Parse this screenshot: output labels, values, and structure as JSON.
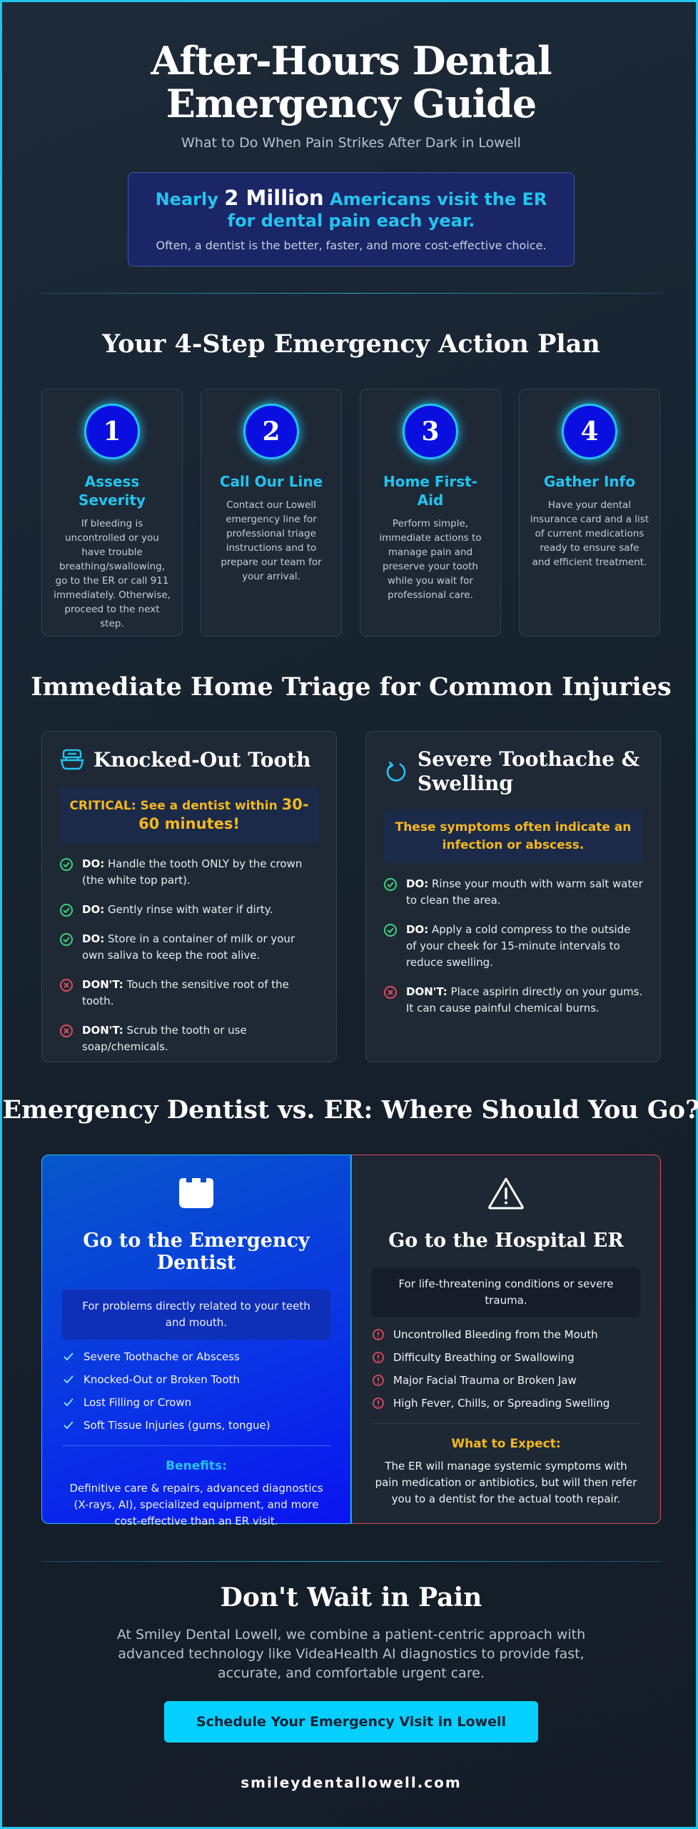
{
  "header": {
    "title": "After-Hours Dental Emergency Guide",
    "subtitle": "What to Do When Pain Strikes After Dark in Lowell"
  },
  "stat": {
    "prefix": "Nearly",
    "highlight": "2 Million",
    "suffix": "Americans visit the ER for dental pain each year.",
    "note": "Often, a dentist is the better, faster, and more cost-effective choice."
  },
  "steps_section": {
    "title": "Your 4-Step Emergency Action Plan",
    "steps": [
      {
        "number": "1",
        "title": "Assess Severity",
        "text": "If bleeding is uncontrolled or you have trouble breathing/swallowing, go to the ER or call 911 immediately. Otherwise, proceed to the next step."
      },
      {
        "number": "2",
        "title": "Call Our Line",
        "text": "Contact our Lowell emergency line for professional triage instructions and to prepare our team for your arrival."
      },
      {
        "number": "3",
        "title": "Home First-Aid",
        "text": "Perform simple, immediate actions to manage pain and preserve your tooth while you wait for professional care."
      },
      {
        "number": "4",
        "title": "Gather Info",
        "text": "Have your dental insurance card and a list of current medications ready to ensure safe and efficient treatment."
      }
    ]
  },
  "triage_section": {
    "title": "Immediate Home Triage for Common Injuries",
    "cards": [
      {
        "icon": "tooth-icon",
        "title": "Knocked-Out Tooth",
        "alert_prefix": "CRITICAL: See a dentist within",
        "alert_highlight": "30-60 minutes!",
        "rules": [
          {
            "type": "do",
            "label": "DO:",
            "text": "Handle the tooth ONLY by the crown (the white top part)."
          },
          {
            "type": "do",
            "label": "DO:",
            "text": "Gently rinse with water if dirty."
          },
          {
            "type": "do",
            "label": "DO:",
            "text": "Store in a container of milk or your own saliva to keep the root alive."
          },
          {
            "type": "dont",
            "label": "DON'T:",
            "text": "Touch the sensitive root of the tooth."
          },
          {
            "type": "dont",
            "label": "DON'T:",
            "text": "Scrub the tooth or use soap/chemicals."
          }
        ]
      },
      {
        "icon": "swelling-icon",
        "title": "Severe Toothache & Swelling",
        "alert_prefix": "These symptoms often indicate an infection or abscess.",
        "alert_highlight": "",
        "rules": [
          {
            "type": "do",
            "label": "DO:",
            "text": "Rinse your mouth with warm salt water to clean the area."
          },
          {
            "type": "do",
            "label": "DO:",
            "text": "Apply a cold compress to the outside of your cheek for 15-minute intervals to reduce swelling."
          },
          {
            "type": "dont",
            "label": "DON'T:",
            "text": "Place aspirin directly on your gums. It can cause painful chemical burns."
          }
        ]
      }
    ]
  },
  "comparison": {
    "title": "Emergency Dentist vs. ER: Where Should You Go?",
    "dentist": {
      "icon": "castle-tooth-icon",
      "title": "Go to the Emergency Dentist",
      "desc": "For problems directly related to your teeth and mouth.",
      "items": [
        "Severe Toothache or Abscess",
        "Knocked-Out or Broken Tooth",
        "Lost Filling or Crown",
        "Soft Tissue Injuries (gums, tongue)"
      ],
      "sub_title": "Benefits:",
      "foot": "Definitive care & repairs, advanced diagnostics (X-rays, AI), specialized equipment, and more cost-effective than an ER visit."
    },
    "er": {
      "icon": "warning-icon",
      "title": "Go to the Hospital ER",
      "desc": "For life-threatening conditions or severe trauma.",
      "items": [
        "Uncontrolled Bleeding from the Mouth",
        "Difficulty Breathing or Swallowing",
        "Major Facial Trauma or Broken Jaw",
        "High Fever, Chills, or Spreading Swelling"
      ],
      "sub_title": "What to Expect:",
      "foot": "The ER will manage systemic symptoms with pain medication or antibiotics, but will then refer you to a dentist for the actual tooth repair."
    }
  },
  "cta": {
    "title": "Don't Wait in Pain",
    "text": "At Smiley Dental Lowell, we combine a patient-centric approach with advanced technology like VideaHealth AI diagnostics to provide fast, accurate, and comfortable urgent care.",
    "button": "Schedule Your Emergency Visit in Lowell",
    "site": "smileydentallowell.com"
  },
  "colors": {
    "accent": "#22c4f0",
    "warning": "#f5b81c",
    "do": "#3ecf7a",
    "dont": "#e04b5c",
    "step_fill": "#0a0fe0"
  }
}
